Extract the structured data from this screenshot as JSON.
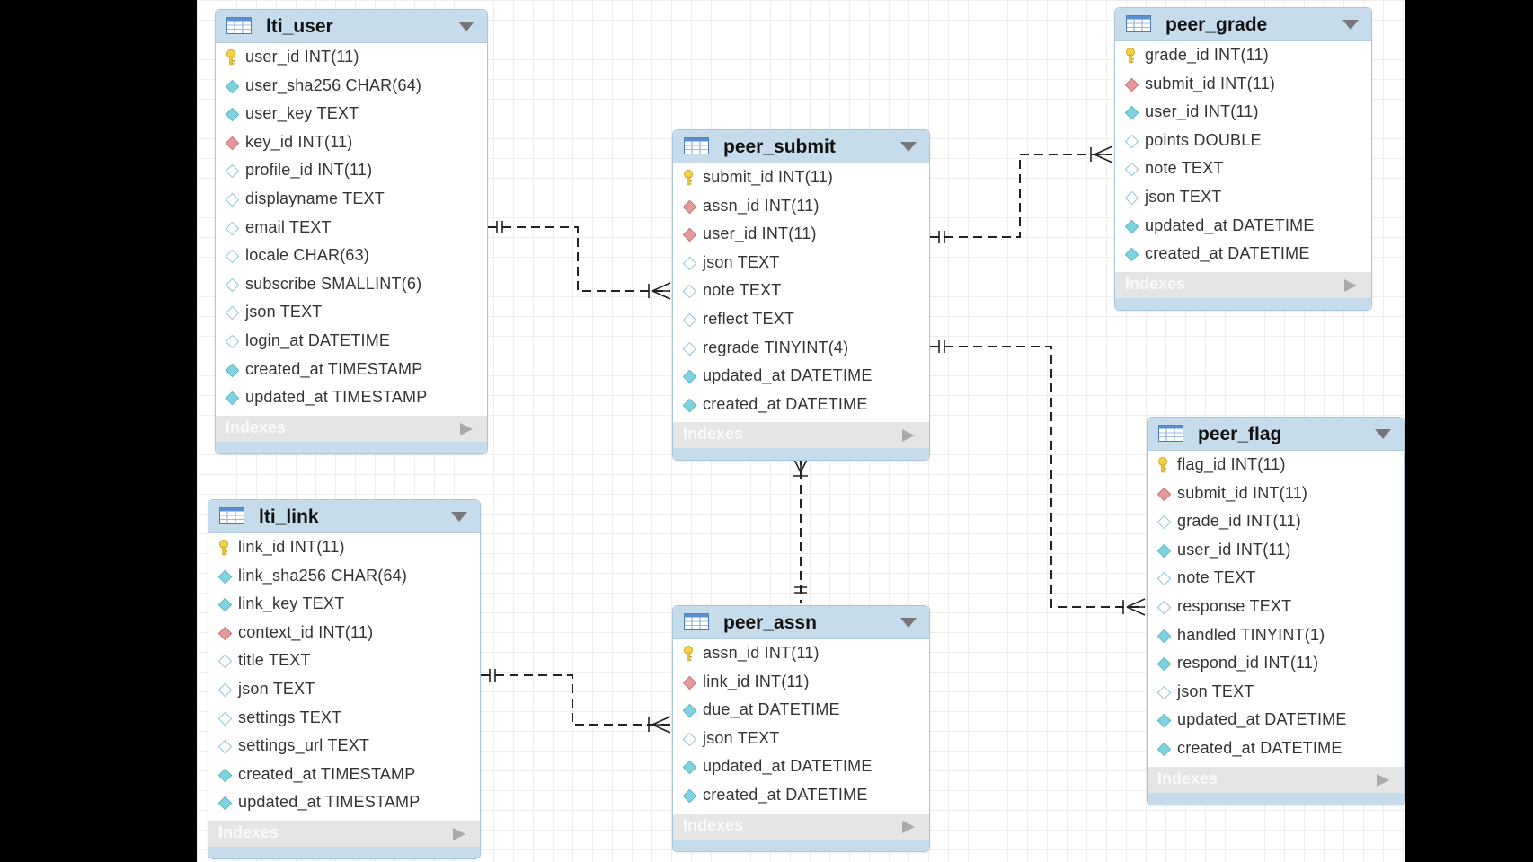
{
  "tables": [
    {
      "id": "lti_user",
      "name": "lti_user",
      "indexes_label": "Indexes",
      "columns": [
        {
          "text": "user_id INT(11)",
          "kind": "pk"
        },
        {
          "text": "user_sha256 CHAR(64)",
          "kind": "col"
        },
        {
          "text": "user_key TEXT",
          "kind": "col"
        },
        {
          "text": "key_id INT(11)",
          "kind": "fk"
        },
        {
          "text": "profile_id INT(11)",
          "kind": "nullable"
        },
        {
          "text": "displayname TEXT",
          "kind": "nullable"
        },
        {
          "text": "email TEXT",
          "kind": "nullable"
        },
        {
          "text": "locale CHAR(63)",
          "kind": "nullable"
        },
        {
          "text": "subscribe SMALLINT(6)",
          "kind": "nullable"
        },
        {
          "text": "json TEXT",
          "kind": "nullable"
        },
        {
          "text": "login_at DATETIME",
          "kind": "nullable"
        },
        {
          "text": "created_at TIMESTAMP",
          "kind": "col"
        },
        {
          "text": "updated_at TIMESTAMP",
          "kind": "col"
        }
      ]
    },
    {
      "id": "peer_submit",
      "name": "peer_submit",
      "indexes_label": "Indexes",
      "columns": [
        {
          "text": "submit_id INT(11)",
          "kind": "pk"
        },
        {
          "text": "assn_id INT(11)",
          "kind": "fk"
        },
        {
          "text": "user_id INT(11)",
          "kind": "fk"
        },
        {
          "text": "json TEXT",
          "kind": "nullable"
        },
        {
          "text": "note TEXT",
          "kind": "nullable"
        },
        {
          "text": "reflect TEXT",
          "kind": "nullable"
        },
        {
          "text": "regrade TINYINT(4)",
          "kind": "nullable"
        },
        {
          "text": "updated_at DATETIME",
          "kind": "col"
        },
        {
          "text": "created_at DATETIME",
          "kind": "col"
        }
      ]
    },
    {
      "id": "peer_grade",
      "name": "peer_grade",
      "indexes_label": "Indexes",
      "columns": [
        {
          "text": "grade_id INT(11)",
          "kind": "pk"
        },
        {
          "text": "submit_id INT(11)",
          "kind": "fk"
        },
        {
          "text": "user_id INT(11)",
          "kind": "col"
        },
        {
          "text": "points DOUBLE",
          "kind": "nullable"
        },
        {
          "text": "note TEXT",
          "kind": "nullable"
        },
        {
          "text": "json TEXT",
          "kind": "nullable"
        },
        {
          "text": "updated_at DATETIME",
          "kind": "col"
        },
        {
          "text": "created_at DATETIME",
          "kind": "col"
        }
      ]
    },
    {
      "id": "lti_link",
      "name": "lti_link",
      "indexes_label": "Indexes",
      "columns": [
        {
          "text": "link_id INT(11)",
          "kind": "pk"
        },
        {
          "text": "link_sha256 CHAR(64)",
          "kind": "col"
        },
        {
          "text": "link_key TEXT",
          "kind": "col"
        },
        {
          "text": "context_id INT(11)",
          "kind": "fk"
        },
        {
          "text": "title TEXT",
          "kind": "nullable"
        },
        {
          "text": "json TEXT",
          "kind": "nullable"
        },
        {
          "text": "settings TEXT",
          "kind": "nullable"
        },
        {
          "text": "settings_url TEXT",
          "kind": "nullable"
        },
        {
          "text": "created_at TIMESTAMP",
          "kind": "col"
        },
        {
          "text": "updated_at TIMESTAMP",
          "kind": "col"
        }
      ]
    },
    {
      "id": "peer_assn",
      "name": "peer_assn",
      "indexes_label": "Indexes",
      "columns": [
        {
          "text": "assn_id INT(11)",
          "kind": "pk"
        },
        {
          "text": "link_id INT(11)",
          "kind": "fk"
        },
        {
          "text": "due_at DATETIME",
          "kind": "col"
        },
        {
          "text": "json TEXT",
          "kind": "nullable"
        },
        {
          "text": "updated_at DATETIME",
          "kind": "col"
        },
        {
          "text": "created_at DATETIME",
          "kind": "col"
        }
      ]
    },
    {
      "id": "peer_flag",
      "name": "peer_flag",
      "indexes_label": "Indexes",
      "columns": [
        {
          "text": "flag_id INT(11)",
          "kind": "pk"
        },
        {
          "text": "submit_id INT(11)",
          "kind": "fk"
        },
        {
          "text": "grade_id INT(11)",
          "kind": "nullable"
        },
        {
          "text": "user_id INT(11)",
          "kind": "col"
        },
        {
          "text": "note TEXT",
          "kind": "nullable"
        },
        {
          "text": "response TEXT",
          "kind": "nullable"
        },
        {
          "text": "handled TINYINT(1)",
          "kind": "col"
        },
        {
          "text": "respond_id INT(11)",
          "kind": "col"
        },
        {
          "text": "json TEXT",
          "kind": "nullable"
        },
        {
          "text": "updated_at DATETIME",
          "kind": "col"
        },
        {
          "text": "created_at DATETIME",
          "kind": "col"
        }
      ]
    }
  ],
  "relationships": [
    {
      "from": "lti_user",
      "to": "peer_submit",
      "cardinality": "one-to-many",
      "style": "non-identifying"
    },
    {
      "from": "peer_submit",
      "to": "peer_grade",
      "cardinality": "one-to-many",
      "style": "non-identifying"
    },
    {
      "from": "peer_submit",
      "to": "peer_flag",
      "cardinality": "one-to-many",
      "style": "non-identifying"
    },
    {
      "from": "peer_assn",
      "to": "peer_submit",
      "cardinality": "one-to-many",
      "style": "non-identifying"
    },
    {
      "from": "lti_link",
      "to": "peer_assn",
      "cardinality": "one-to-many",
      "style": "non-identifying"
    }
  ],
  "colors": {
    "header": "#c7dceb",
    "border": "#a9c6dc",
    "pk": "#f2d34a",
    "fk": "#e39a9a",
    "column": "#7fd3df",
    "line": "#222222"
  }
}
